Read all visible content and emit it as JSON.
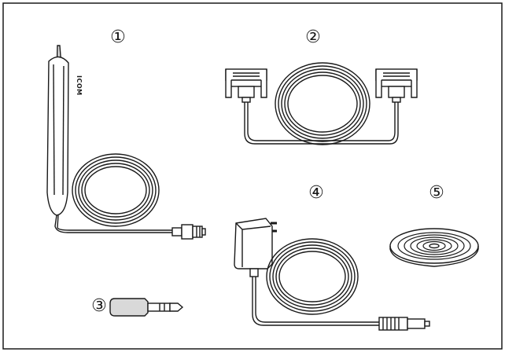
{
  "figure": {
    "items": [
      {
        "id": 1,
        "marker": "①"
      },
      {
        "id": 2,
        "marker": "②"
      },
      {
        "id": 3,
        "marker": "③"
      },
      {
        "id": 4,
        "marker": "④"
      },
      {
        "id": 5,
        "marker": "⑤"
      }
    ],
    "antenna_brand": "ICOM",
    "colors": {
      "line": "#1a1a1a",
      "shade": "#d9d9d9",
      "background": "#ffffff"
    }
  }
}
